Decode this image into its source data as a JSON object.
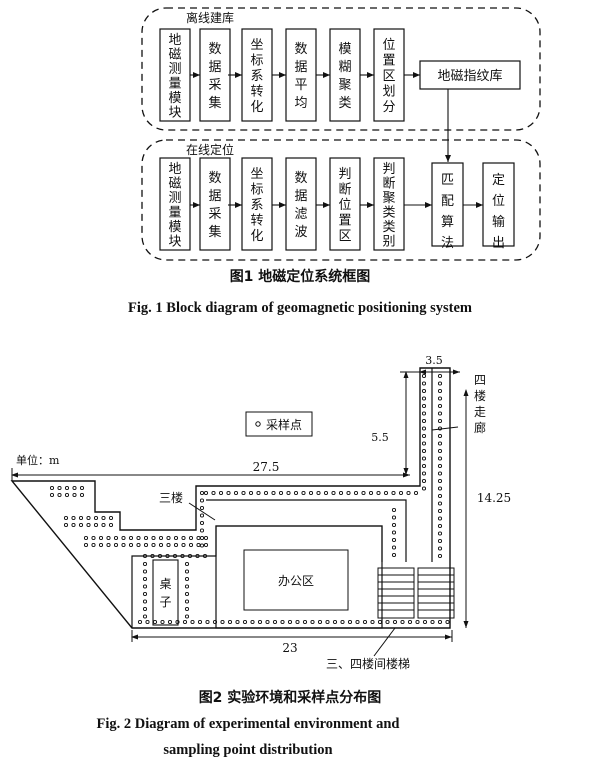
{
  "figure1": {
    "group_offline": "离线建库",
    "group_online": "在线定位",
    "offline_steps": [
      "地磁测量模块",
      "数据采集",
      "坐标系转化",
      "数据平均",
      "模糊聚类",
      "位置区划分"
    ],
    "fingerprint_db": "地磁指纹库",
    "online_steps": [
      "地磁测量模块",
      "数据采集",
      "坐标系转化",
      "数据滤波",
      "判断位置区",
      "判断聚类类别"
    ],
    "match_box": "匹配算法",
    "output_box": "定位输出",
    "caption_cn": "图1  地磁定位系统框图",
    "caption_en": "Fig. 1  Block diagram of geomagnetic positioning system"
  },
  "figure2": {
    "legend": "采样点",
    "unit": "单位：m",
    "dim_top": "27.5",
    "dim_corr_width": "3.5",
    "dim_corr_offset": "5.5",
    "dim_right": "14.25",
    "dim_bottom": "23",
    "label_corridor": "四楼走廊",
    "label_floor3": "三楼",
    "label_office": "办公区",
    "label_table": "桌子",
    "label_stairs": "三、四楼间楼梯",
    "caption_cn": "图2  实验环境和采样点分布图",
    "caption_en_1": "Fig. 2  Diagram of experimental environment and",
    "caption_en_2": "sampling point distribution"
  }
}
